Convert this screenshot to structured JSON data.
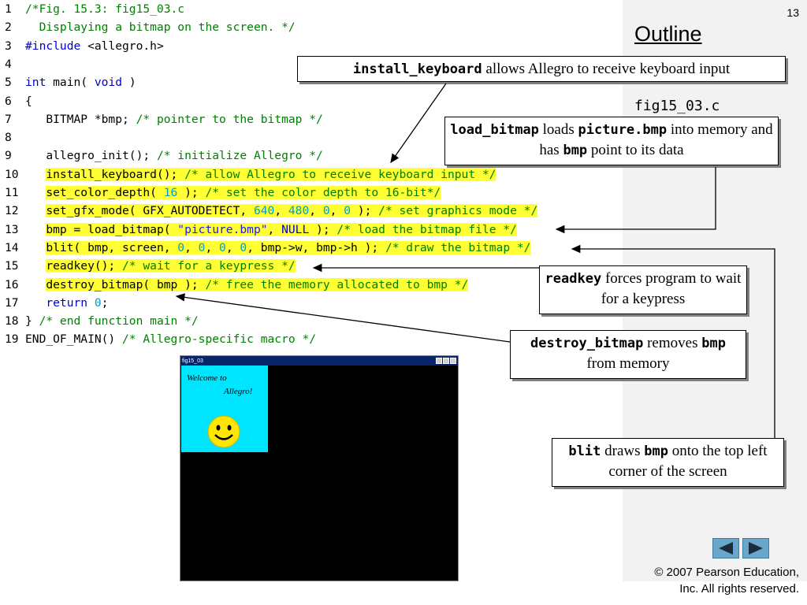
{
  "page_number": "13",
  "outline_title": "Outline",
  "file_name": "fig15_03.c",
  "code": [
    {
      "n": "1",
      "parts": [
        {
          "t": "/*Fig. 15.3: fig15_03.c",
          "c": "cm"
        }
      ],
      "hl": false
    },
    {
      "n": "2",
      "parts": [
        {
          "t": "  Displaying a bitmap on the screen. */",
          "c": "cm"
        }
      ],
      "hl": false
    },
    {
      "n": "3",
      "parts": [
        {
          "t": "#include",
          "c": "kw"
        },
        {
          "t": " <allegro.h>",
          "c": ""
        }
      ],
      "hl": false
    },
    {
      "n": "4",
      "parts": [],
      "hl": false
    },
    {
      "n": "5",
      "parts": [
        {
          "t": "int",
          "c": "kw"
        },
        {
          "t": " main( ",
          "c": ""
        },
        {
          "t": "void",
          "c": "kw"
        },
        {
          "t": " )",
          "c": ""
        }
      ],
      "hl": false
    },
    {
      "n": "6",
      "parts": [
        {
          "t": "{",
          "c": ""
        }
      ],
      "hl": false
    },
    {
      "n": "7",
      "parts": [
        {
          "t": "   BITMAP *bmp; ",
          "c": ""
        },
        {
          "t": "/* pointer to the bitmap */",
          "c": "cm"
        }
      ],
      "hl": false
    },
    {
      "n": "8",
      "parts": [],
      "hl": false
    },
    {
      "n": "9",
      "parts": [
        {
          "t": "   allegro_init(); ",
          "c": ""
        },
        {
          "t": "/* initialize Allegro */",
          "c": "cm"
        }
      ],
      "hl": false
    },
    {
      "n": "10",
      "parts": [
        {
          "t": "install_keyboard(); ",
          "c": ""
        },
        {
          "t": "/* allow Allegro to receive keyboard input */",
          "c": "cm"
        }
      ],
      "hl": true
    },
    {
      "n": "11",
      "parts": [
        {
          "t": "set_color_depth( ",
          "c": ""
        },
        {
          "t": "16",
          "c": "num"
        },
        {
          "t": " ); ",
          "c": ""
        },
        {
          "t": "/* set the color depth to 16-bit*/",
          "c": "cm"
        }
      ],
      "hl": true
    },
    {
      "n": "12",
      "parts": [
        {
          "t": "set_gfx_mode( GFX_AUTODETECT, ",
          "c": ""
        },
        {
          "t": "640",
          "c": "num"
        },
        {
          "t": ", ",
          "c": ""
        },
        {
          "t": "480",
          "c": "num"
        },
        {
          "t": ", ",
          "c": ""
        },
        {
          "t": "0",
          "c": "num"
        },
        {
          "t": ", ",
          "c": ""
        },
        {
          "t": "0",
          "c": "num"
        },
        {
          "t": " ); ",
          "c": ""
        },
        {
          "t": "/* set graphics mode */",
          "c": "cm"
        }
      ],
      "hl": true
    },
    {
      "n": "13",
      "parts": [
        {
          "t": "bmp = load_bitmap( ",
          "c": ""
        },
        {
          "t": "\"picture.bmp\"",
          "c": "str"
        },
        {
          "t": ", ",
          "c": ""
        },
        {
          "t": "NULL",
          "c": "kw"
        },
        {
          "t": " ); ",
          "c": ""
        },
        {
          "t": "/* load the bitmap file */",
          "c": "cm"
        }
      ],
      "hl": true
    },
    {
      "n": "14",
      "parts": [
        {
          "t": "blit( bmp, screen, ",
          "c": ""
        },
        {
          "t": "0",
          "c": "num"
        },
        {
          "t": ", ",
          "c": ""
        },
        {
          "t": "0",
          "c": "num"
        },
        {
          "t": ", ",
          "c": ""
        },
        {
          "t": "0",
          "c": "num"
        },
        {
          "t": ", ",
          "c": ""
        },
        {
          "t": "0",
          "c": "num"
        },
        {
          "t": ", bmp->w, bmp->h ); ",
          "c": ""
        },
        {
          "t": "/* draw the bitmap */",
          "c": "cm"
        }
      ],
      "hl": true
    },
    {
      "n": "15",
      "parts": [
        {
          "t": "readkey(); ",
          "c": ""
        },
        {
          "t": "/* wait for a keypress */",
          "c": "cm"
        }
      ],
      "hl": true
    },
    {
      "n": "16",
      "parts": [
        {
          "t": "destroy_bitmap( bmp ); ",
          "c": ""
        },
        {
          "t": "/* free the memory allocated to bmp */",
          "c": "cm"
        }
      ],
      "hl": true
    },
    {
      "n": "17",
      "parts": [
        {
          "t": "   ",
          "c": ""
        },
        {
          "t": "return",
          "c": "kw"
        },
        {
          "t": " ",
          "c": ""
        },
        {
          "t": "0",
          "c": "num"
        },
        {
          "t": ";",
          "c": ""
        }
      ],
      "hl": false
    },
    {
      "n": "18",
      "parts": [
        {
          "t": "} ",
          "c": ""
        },
        {
          "t": "/* end function main */",
          "c": "cm"
        }
      ],
      "hl": false
    },
    {
      "n": "19",
      "parts": [
        {
          "t": "END_OF_MAIN() ",
          "c": ""
        },
        {
          "t": "/* Allegro-specific macro */",
          "c": "cm"
        }
      ],
      "hl": false
    }
  ],
  "callouts": {
    "install_keyboard": {
      "code": "install_keyboard",
      "text": " allows Allegro to receive keyboard input"
    },
    "load_bitmap": {
      "code1": "load_bitmap",
      "text1": " loads ",
      "code2": "picture.bmp",
      "text2": " into memory and has ",
      "code3": "bmp",
      "text3": " point to its data"
    },
    "readkey": {
      "code": "readkey",
      "text": " forces program to wait for a keypress"
    },
    "destroy_bitmap": {
      "code1": "destroy_bitmap",
      "text1": " removes ",
      "code2": "bmp",
      "text2": " from memory"
    },
    "blit": {
      "code1": "blit",
      "text1": " draws ",
      "code2": "bmp",
      "text2": " onto the top left corner of the screen"
    }
  },
  "window": {
    "title": "fig15_03",
    "welcome_line1": "Welcome to",
    "welcome_line2": "Allegro!"
  },
  "colors": {
    "highlight": "#ffff33",
    "keyword": "#0000cc",
    "comment": "#008000",
    "number": "#00a0c0",
    "bitmap_bg": "#00e5ff",
    "smiley": "#ffe600"
  },
  "nav": {
    "prev_icon": "triangle-left-icon",
    "next_icon": "triangle-right-icon"
  },
  "copyright": {
    "line1": "© 2007 Pearson Education,",
    "line2": "Inc.  All rights reserved."
  }
}
